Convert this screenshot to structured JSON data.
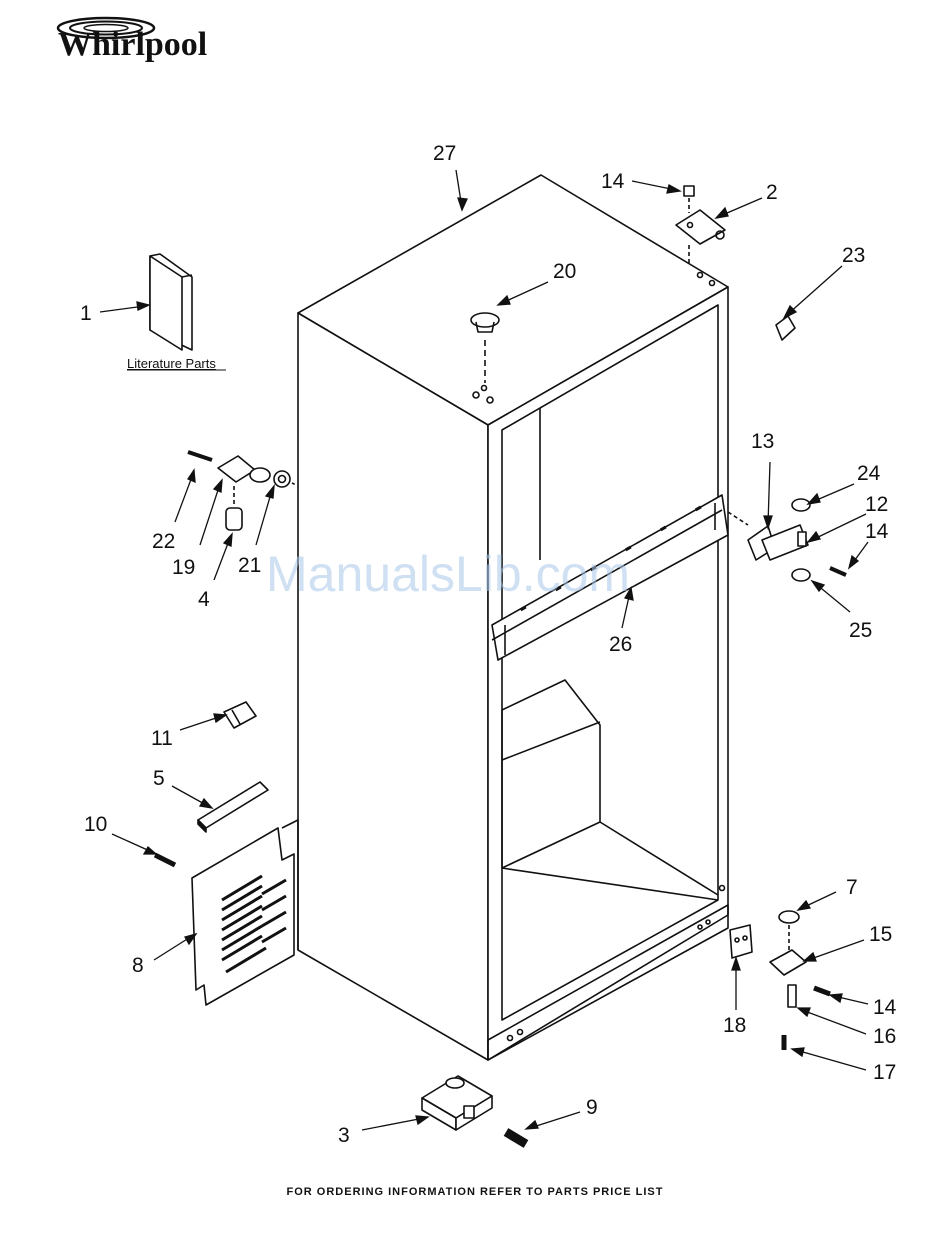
{
  "brand": {
    "logo_text": "Whirlpool"
  },
  "literature_label": "Literature Parts",
  "callouts": {
    "c1": "1",
    "c2": "2",
    "c3": "3",
    "c4": "4",
    "c5": "5",
    "c7": "7",
    "c8": "8",
    "c9": "9",
    "c10": "10",
    "c11": "11",
    "c12": "12",
    "c13": "13",
    "c14a": "14",
    "c14b": "14",
    "c14c": "14",
    "c15": "15",
    "c16": "16",
    "c17": "17",
    "c18": "18",
    "c19": "19",
    "c20": "20",
    "c21": "21",
    "c22": "22",
    "c23": "23",
    "c24": "24",
    "c25": "25",
    "c26": "26",
    "c27": "27"
  },
  "footer": "FOR ORDERING INFORMATION REFER TO PARTS PRICE LIST",
  "watermark": "ManualsLib.com",
  "colors": {
    "line": "#111111",
    "watermark": "#a9c7ea"
  }
}
